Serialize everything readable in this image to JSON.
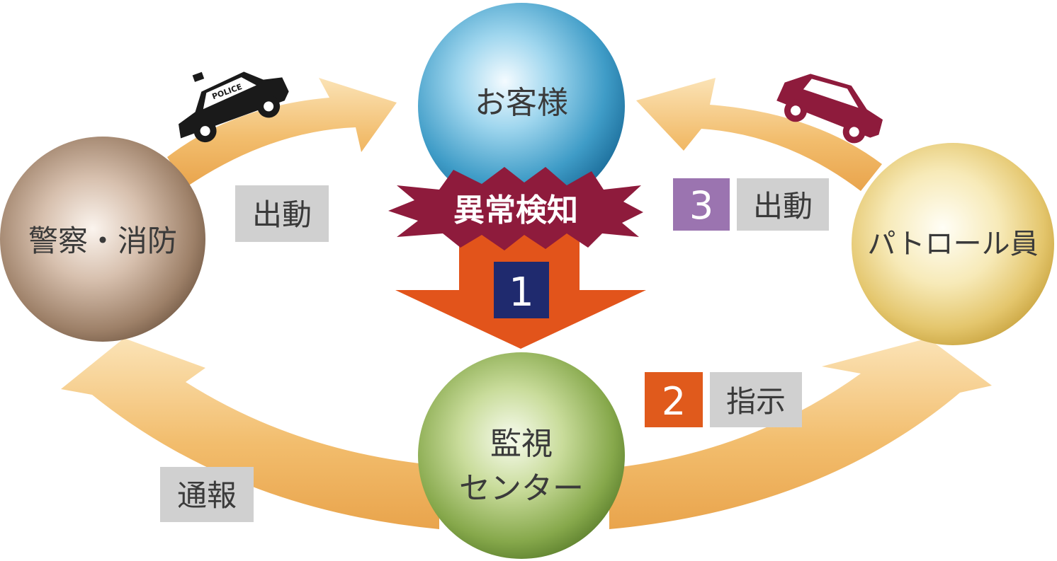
{
  "nodes": {
    "customer": "お客様",
    "police_fire": "警察・消防",
    "patrol": "パトロール員",
    "center_line1": "監視",
    "center_line2": "センター"
  },
  "burst_label": "異常検知",
  "steps": {
    "step1": {
      "number": "1",
      "color": "#1f2a6e"
    },
    "step2": {
      "number": "2",
      "label": "指示",
      "color": "#e05a1c"
    },
    "step3": {
      "number": "3",
      "label": "出動",
      "color": "#9b74b0"
    }
  },
  "labels": {
    "dispatch_left": "出動",
    "report": "通報"
  },
  "vehicle_badge": "POLICE",
  "colors": {
    "arrow": "#f1b967",
    "burst": "#8e1b3c",
    "down_arrow": "#e2541b",
    "label_bg": "#d0d0d0",
    "car": "#8e1b3c"
  }
}
